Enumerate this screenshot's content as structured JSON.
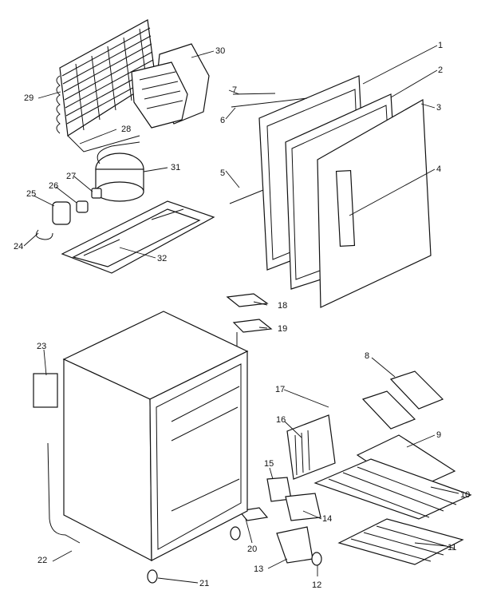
{
  "parts": [
    {
      "id": "p1",
      "number": "1"
    },
    {
      "id": "p2",
      "number": "2"
    },
    {
      "id": "p3",
      "number": "3"
    },
    {
      "id": "p4",
      "number": "4"
    },
    {
      "id": "p5",
      "number": "5"
    },
    {
      "id": "p6",
      "number": "6"
    },
    {
      "id": "p7",
      "number": "7"
    },
    {
      "id": "p8",
      "number": "8"
    },
    {
      "id": "p9",
      "number": "9"
    },
    {
      "id": "p10",
      "number": "10"
    },
    {
      "id": "p11",
      "number": "11"
    },
    {
      "id": "p12",
      "number": "12"
    },
    {
      "id": "p13",
      "number": "13"
    },
    {
      "id": "p14",
      "number": "14"
    },
    {
      "id": "p15",
      "number": "15"
    },
    {
      "id": "p16",
      "number": "16"
    },
    {
      "id": "p17",
      "number": "17"
    },
    {
      "id": "p18",
      "number": "18"
    },
    {
      "id": "p19",
      "number": "19"
    },
    {
      "id": "p20",
      "number": "20"
    },
    {
      "id": "p21",
      "number": "21"
    },
    {
      "id": "p22",
      "number": "22"
    },
    {
      "id": "p23",
      "number": "23"
    },
    {
      "id": "p24",
      "number": "24"
    },
    {
      "id": "p25",
      "number": "25"
    },
    {
      "id": "p26",
      "number": "26"
    },
    {
      "id": "p27",
      "number": "27"
    },
    {
      "id": "p28",
      "number": "28"
    },
    {
      "id": "p29",
      "number": "29"
    },
    {
      "id": "p30",
      "number": "30"
    },
    {
      "id": "p31",
      "number": "31"
    },
    {
      "id": "p32",
      "number": "32"
    }
  ]
}
